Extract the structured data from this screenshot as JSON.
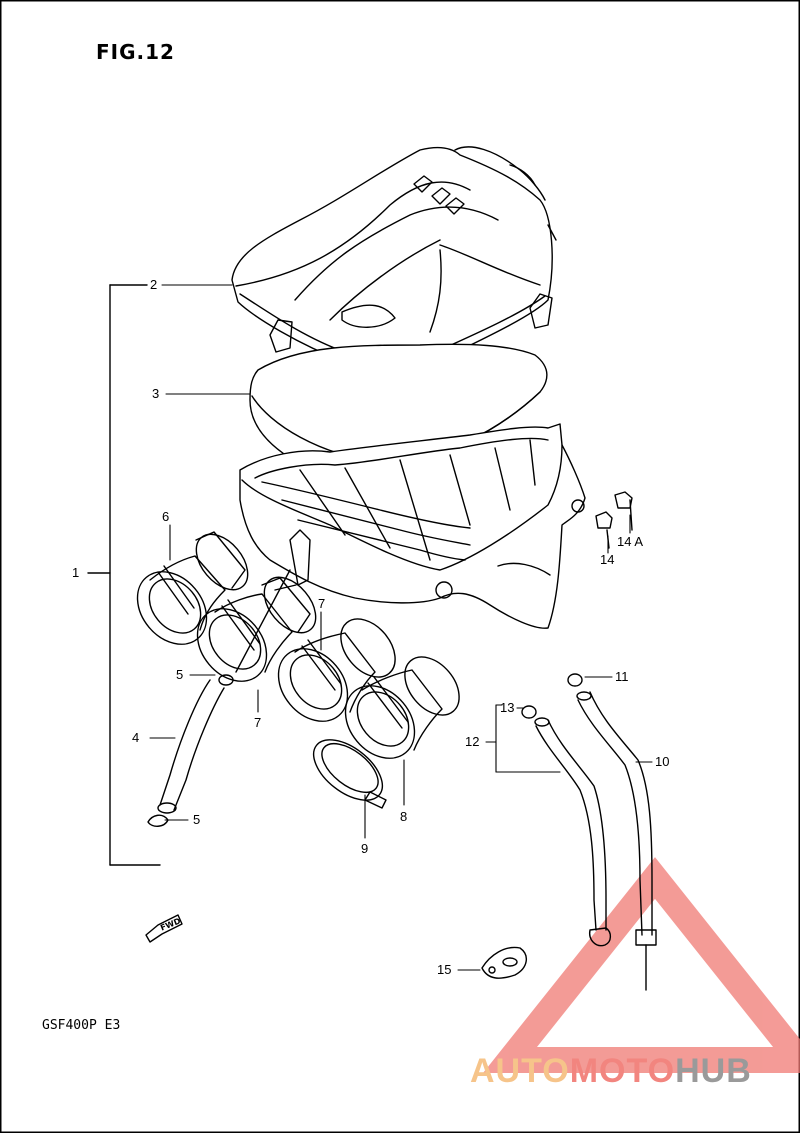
{
  "figure_title": "FIG.12",
  "model_code": "GSF400P E3",
  "fwd_label": "FWD",
  "watermark": {
    "part1": "AUTO",
    "part2": "MOTO",
    "part3": "HUB",
    "color_a": "#f6c48a",
    "color_b": "#f2857f",
    "color_c": "#9a9a9a"
  },
  "callouts": {
    "c1": "1",
    "c2": "2",
    "c3": "3",
    "c4": "4",
    "c5a": "5",
    "c5b": "5",
    "c6": "6",
    "c7a": "7",
    "c7b": "7",
    "c8": "8",
    "c9": "9",
    "c10": "10",
    "c11": "11",
    "c12": "12",
    "c13": "13",
    "c14": "14",
    "c14a": "14 A",
    "c15": "15"
  }
}
